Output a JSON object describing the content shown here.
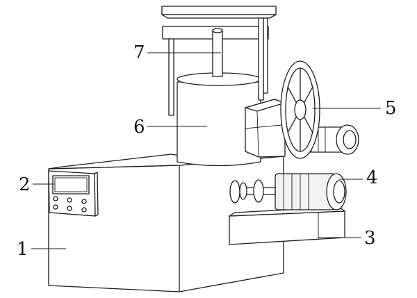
{
  "callouts": [
    {
      "id": "1",
      "label": "1"
    },
    {
      "id": "2",
      "label": "2"
    },
    {
      "id": "3",
      "label": "3"
    },
    {
      "id": "4",
      "label": "4"
    },
    {
      "id": "5",
      "label": "5"
    },
    {
      "id": "6",
      "label": "6"
    },
    {
      "id": "7",
      "label": "7"
    }
  ],
  "colors": {
    "line": "#1a1a1a",
    "background": "#ffffff"
  }
}
